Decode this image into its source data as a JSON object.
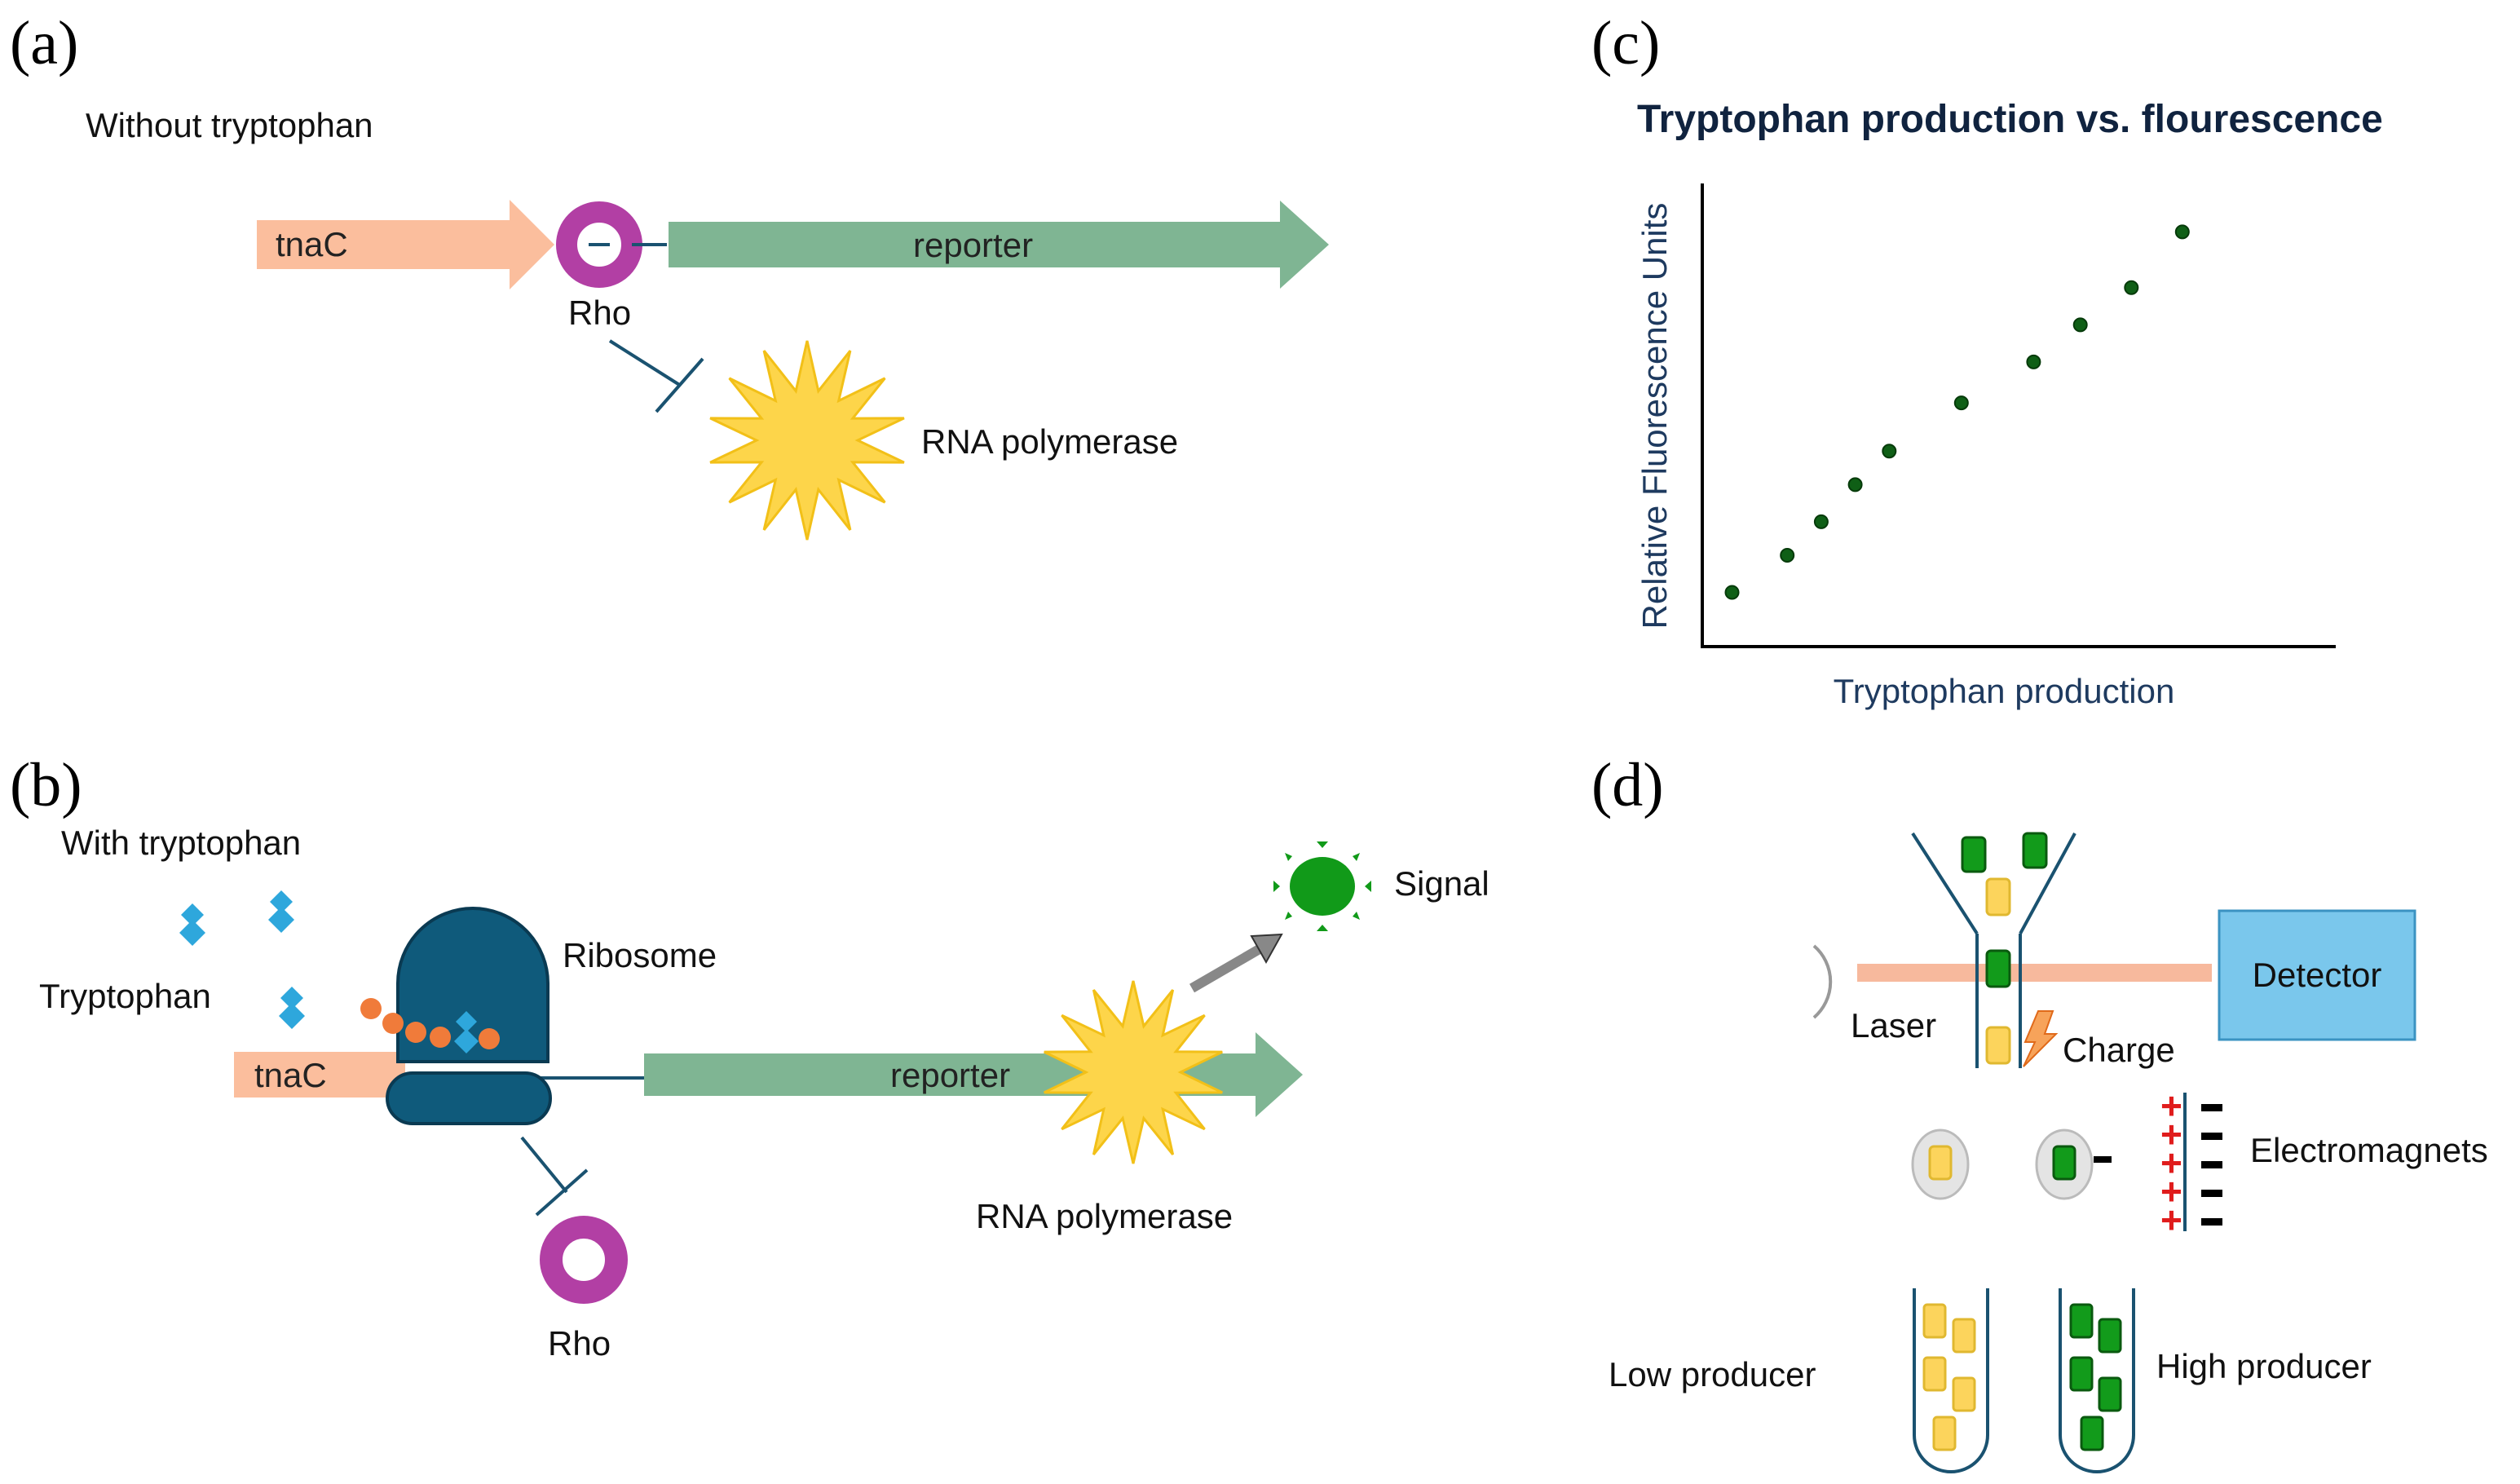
{
  "colors": {
    "tnaC": "#fbbe9d",
    "reporter": "#7fb593",
    "rho": "#b23fa4",
    "ribosome": "#0f5a7b",
    "tryptophan": "#2ea7dc",
    "amino_chain": "#f07b3a",
    "polymerase": "#fdd54a",
    "signal": "#119a19",
    "chart_point": "#0f5f16",
    "laser": "#f7b99d",
    "detector": "#7ac7ec",
    "yellow_cell": "#fcd45c",
    "green_cell": "#129b1b",
    "charge_plus": "#e01c1c"
  },
  "panel_a": {
    "letter": "(a)",
    "condition": "Without tryptophan",
    "gene_label": "tnaC",
    "reporter_label": "reporter",
    "rho_label": "Rho",
    "polymerase_label": "RNA polymerase"
  },
  "panel_b": {
    "letter": "(b)",
    "condition": "With tryptophan",
    "tryptophan_label": "Tryptophan",
    "ribosome_label": "Ribosome",
    "gene_label": "tnaC",
    "reporter_label": "reporter",
    "signal_label": "Signal",
    "polymerase_label": "RNA polymerase",
    "rho_label": "Rho"
  },
  "panel_c": {
    "letter": "(c)"
  },
  "chart_data": {
    "type": "scatter",
    "title": "Tryptophan production vs. flourescence",
    "xlabel": "Tryptophan production",
    "ylabel": "Relative Fluorescence Units",
    "xlim": [
      0,
      10
    ],
    "ylim": [
      0,
      10
    ],
    "grid": false,
    "points": [
      {
        "x": 0.7,
        "y": 0.8
      },
      {
        "x": 2.0,
        "y": 1.8
      },
      {
        "x": 2.8,
        "y": 2.7
      },
      {
        "x": 3.6,
        "y": 3.7
      },
      {
        "x": 4.4,
        "y": 4.6
      },
      {
        "x": 6.1,
        "y": 5.9
      },
      {
        "x": 7.8,
        "y": 7.0
      },
      {
        "x": 8.9,
        "y": 8.0
      },
      {
        "x": 10.1,
        "y": 9.0
      },
      {
        "x": 11.3,
        "y": 10.5
      }
    ]
  },
  "panel_d": {
    "letter": "(d)",
    "laser_label": "Laser",
    "detector_label": "Detector",
    "charge_label": "Charge",
    "electromagnets_label": "Electromagnets",
    "low_label": "Low producer",
    "high_label": "High producer",
    "plus_signs": [
      "+",
      "+",
      "+",
      "+",
      "+"
    ]
  }
}
